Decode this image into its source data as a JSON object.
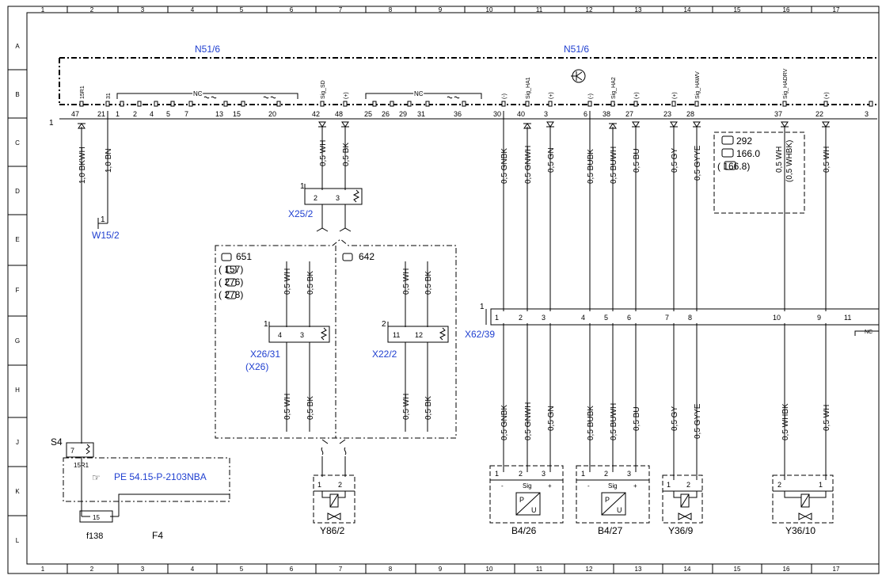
{
  "grid": {
    "columns": [
      "1",
      "2",
      "3",
      "4",
      "5",
      "6",
      "7",
      "8",
      "9",
      "10",
      "11",
      "12",
      "13",
      "14",
      "15",
      "16",
      "17"
    ],
    "rows": [
      "A",
      "B",
      "C",
      "D",
      "E",
      "F",
      "G",
      "H",
      "J",
      "K",
      "L"
    ]
  },
  "colors": {
    "component_label": "#1f3fd0",
    "line": "#000000"
  },
  "module": {
    "name_left": "N51/6",
    "name_right": "N51/6",
    "connector_number": "1",
    "pins": [
      {
        "num": "47",
        "sig": "15R1"
      },
      {
        "num": "21",
        "sig": "31"
      },
      {
        "num": "1"
      },
      {
        "num": "2"
      },
      {
        "num": "4"
      },
      {
        "num": "5"
      },
      {
        "num": "7"
      },
      {
        "num": "13"
      },
      {
        "num": "15"
      },
      {
        "num": "20"
      },
      {
        "num": "42",
        "sig": "Sig_SD"
      },
      {
        "num": "48",
        "sig": "(+)"
      },
      {
        "num": "25"
      },
      {
        "num": "26"
      },
      {
        "num": "29"
      },
      {
        "num": "31"
      },
      {
        "num": "36"
      },
      {
        "num": "30",
        "sig": "(-)"
      },
      {
        "num": "40",
        "sig": "Sig_HA1"
      },
      {
        "num": "3",
        "sig": "(+)"
      },
      {
        "num": "6",
        "sig": "(-)"
      },
      {
        "num": "38",
        "sig": "Sig_HA2"
      },
      {
        "num": "27",
        "sig": "(+)"
      },
      {
        "num": "23",
        "sig": "(+)"
      },
      {
        "num": "28",
        "sig": "Sig_HAWV"
      },
      {
        "num": "37",
        "sig": "Sig_HADRV"
      },
      {
        "num": "22",
        "sig": "(+)"
      },
      {
        "num": "3"
      }
    ],
    "nc_labels": [
      "NC",
      "NC"
    ]
  },
  "wires_top": {
    "w1": "1,0 BKWH",
    "w2": "1,0 BN",
    "w3": "0,5 WH",
    "w4": "0,5 BK",
    "w5": "0,5 GNBK",
    "w6": "0,5 GNWH",
    "w7": "0,5 GN",
    "w8": "0,5 BUBK",
    "w9": "0,5 BUWH",
    "w10": "0,5 BU",
    "w11": "0,5 GY",
    "w12": "0,5 GYYE",
    "w13a": "0,5 WH",
    "w13b": "(0,5 WHBK)",
    "w14": "0,5 WH"
  },
  "wires_bottom": {
    "w5": "0,5 GNBK",
    "w6": "0,5 GNWH",
    "w7": "0,5 GN",
    "w8": "0,5 BUBK",
    "w9": "0,5 BUWH",
    "w10": "0,5 BU",
    "w11": "0,5 GY",
    "w12": "0,5 GYYE",
    "w13": "0,5 WHBK",
    "w14": "0,5 WH"
  },
  "engine_box_right": {
    "lines": [
      "292",
      "166.0",
      "(  166.8)"
    ]
  },
  "w15_2": {
    "pin": "1",
    "name": "W15/2"
  },
  "x25_2": {
    "name": "X25/2",
    "num": "1",
    "pins": [
      "2",
      "3"
    ]
  },
  "split_left": {
    "engines": [
      "651",
      "(  157)",
      "(  276)",
      "(  278)"
    ],
    "conn_num": "1",
    "pins": [
      "4",
      "3"
    ],
    "name": "X26/31",
    "alt_name": "(X26)",
    "wires_top": [
      "0,5 WH",
      "0,5 BK"
    ],
    "wires_bottom": [
      "0,5 WH",
      "0,5 BK"
    ]
  },
  "split_right": {
    "engine": "642",
    "conn_num": "2",
    "pins": [
      "11",
      "12"
    ],
    "name": "X22/2",
    "wires_top": [
      "0,5 WH",
      "0,5 BK"
    ],
    "wires_bottom": [
      "0,5 WH",
      "0,5 BK"
    ]
  },
  "x62_39": {
    "name": "X62/39",
    "num": "1",
    "pins": [
      "1",
      "2",
      "3",
      "4",
      "5",
      "6",
      "7",
      "8",
      "10",
      "9",
      "11"
    ],
    "nc": "NC"
  },
  "s4": {
    "name": "S4",
    "pin": "7",
    "sig": "15R1",
    "ref": "PE 54.15-P-2103NBA"
  },
  "f4": {
    "name": "F4",
    "fuse": "f138",
    "fuse_num": "15"
  },
  "y86_2": {
    "name": "Y86/2",
    "pins": [
      "1",
      "2"
    ]
  },
  "b4_26": {
    "name": "B4/26",
    "pins": [
      "1",
      "2",
      "3"
    ],
    "pin_sigs": [
      "-",
      "Sig",
      "+"
    ],
    "sym": [
      "P",
      "U"
    ]
  },
  "b4_27": {
    "name": "B4/27",
    "pins": [
      "1",
      "2",
      "3"
    ],
    "pin_sigs": [
      "-",
      "Sig",
      "+"
    ],
    "sym": [
      "P",
      "U"
    ]
  },
  "y36_9": {
    "name": "Y36/9",
    "pins": [
      "1",
      "2"
    ]
  },
  "y36_10": {
    "name": "Y36/10",
    "pins": [
      "2",
      "1"
    ]
  }
}
